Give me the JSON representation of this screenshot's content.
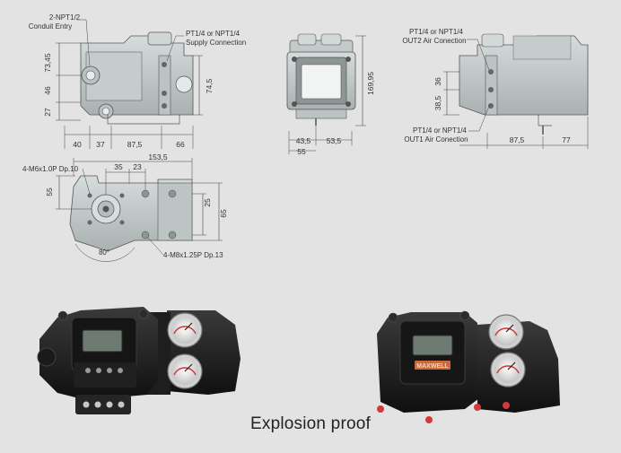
{
  "drawing": {
    "side_left": {
      "conduit_note": [
        "2-NPT1/2",
        "Conduit Entry"
      ],
      "supply_note": [
        "PT1/4 or NPT1/4",
        "Supply Connection"
      ],
      "dims": {
        "h1": "73,45",
        "h2": "46",
        "h3": "27",
        "h_right": "74,5",
        "w1": "40",
        "w2": "37",
        "w3": "87,5",
        "w4": "66"
      }
    },
    "front": {
      "dims": {
        "height": "169,95",
        "w1": "43,5",
        "w2": "53,5",
        "w3": "55"
      }
    },
    "side_right": {
      "out2_note": [
        "PT1/4 or NPT1/4",
        "OUT2 Air Conection"
      ],
      "out1_note": [
        "PT1/4 or NPT1/4",
        "OUT1 Air Conection"
      ],
      "dims": {
        "h1": "36",
        "h2": "38,5",
        "w1": "87,5",
        "w2": "77"
      }
    },
    "bottom": {
      "top_note": "4-M6x1.0P Dp.10",
      "bottom_note": "4-M8x1.25P Dp.13",
      "angle": "80°",
      "dims": {
        "overall": "153,5",
        "w1": "35",
        "w2": "23",
        "left": "55",
        "r1": "25",
        "r2": "65"
      }
    }
  },
  "caption": "Explosion proof",
  "brand_label": "MAXWELL"
}
